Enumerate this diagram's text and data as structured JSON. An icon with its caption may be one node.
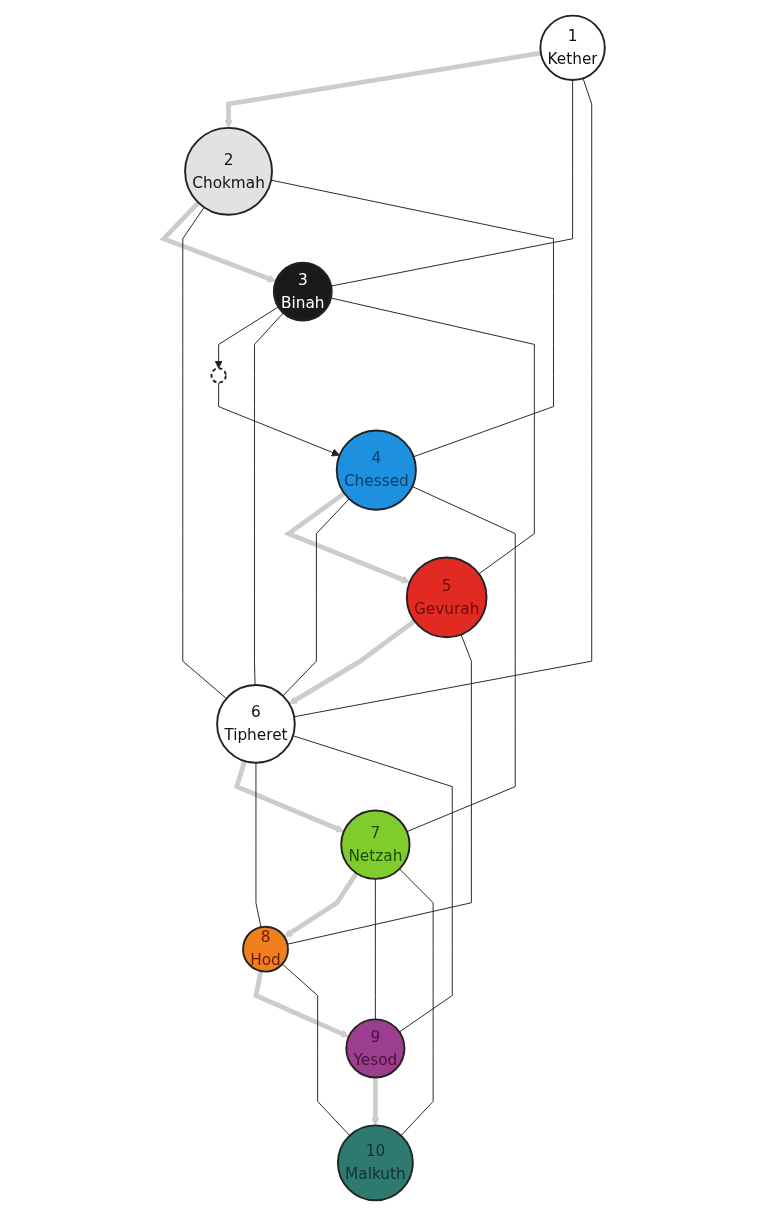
{
  "diagram": {
    "nodes": [
      {
        "text": [
          "1",
          "Kether"
        ]
      },
      {
        "text": [
          "3",
          "Binah"
        ]
      },
      {
        "text": [
          "2",
          "Chokmah"
        ]
      },
      {
        "text": [],
        "shape": "circle"
      },
      {
        "text": [
          "5",
          "Gevurah"
        ]
      },
      {
        "text": [
          "4",
          "Chessed"
        ]
      },
      {
        "text": [
          "6",
          "Tipheret"
        ]
      },
      {
        "text": [
          "8",
          "Hod"
        ]
      },
      {
        "text": [
          "7",
          "Netzah"
        ]
      },
      {
        "text": [
          "9",
          "Yesod"
        ]
      },
      {
        "text": [
          "10",
          "Malkuth"
        ]
      }
    ],
    "edges": [
      {
        "from": 0,
        "to": 2,
        "arrow": "to",
        "style": "thick",
        "color": "#cccccc"
      },
      {
        "from": 0,
        "to": 1,
        "arrow": "none"
      },
      {
        "from": 0,
        "to": 6,
        "arrow": "none"
      },
      {
        "from": 2,
        "to": 1,
        "arrow": "to",
        "style": "thick",
        "color": "#cccccc"
      },
      {
        "from": 1,
        "to": 3,
        "arrow": "to"
      },
      {
        "from": 3,
        "to": 5,
        "arrow": "to"
      },
      {
        "from": 2,
        "to": 6,
        "arrow": "none"
      },
      {
        "from": 2,
        "to": 5,
        "arrow": "none"
      },
      {
        "from": 1,
        "to": 6,
        "arrow": "none"
      },
      {
        "from": 1,
        "to": 4,
        "arrow": "none"
      },
      {
        "from": 5,
        "to": 4,
        "arrow": "to",
        "style": "thick",
        "color": "#cccccc"
      },
      {
        "from": 5,
        "to": 6,
        "arrow": "none"
      },
      {
        "from": 5,
        "to": 8,
        "arrow": "none"
      },
      {
        "from": 4,
        "to": 6,
        "arrow": "to",
        "style": "thick",
        "color": "#cccccc"
      },
      {
        "from": 4,
        "to": 7,
        "arrow": "none"
      },
      {
        "from": 6,
        "to": 8,
        "arrow": "to",
        "style": "thick",
        "color": "#cccccc"
      },
      {
        "from": 6,
        "to": 7,
        "arrow": "none"
      },
      {
        "from": 6,
        "to": 9,
        "arrow": "none"
      },
      {
        "from": 8,
        "to": 7,
        "arrow": "to",
        "style": "thick",
        "color": "#cccccc"
      },
      {
        "from": 8,
        "to": 9,
        "arrow": "none"
      },
      {
        "from": 8,
        "to": 10,
        "arrow": "none"
      },
      {
        "from": 7,
        "to": 9,
        "arrow": "to",
        "style": "thick",
        "color": "#cccccc"
      },
      {
        "from": 7,
        "to": 10,
        "arrow": "none"
      },
      {
        "from": 9,
        "to": 10,
        "arrow": "to",
        "style": "thick",
        "color": "#cccccc"
      }
    ]
  }
}
